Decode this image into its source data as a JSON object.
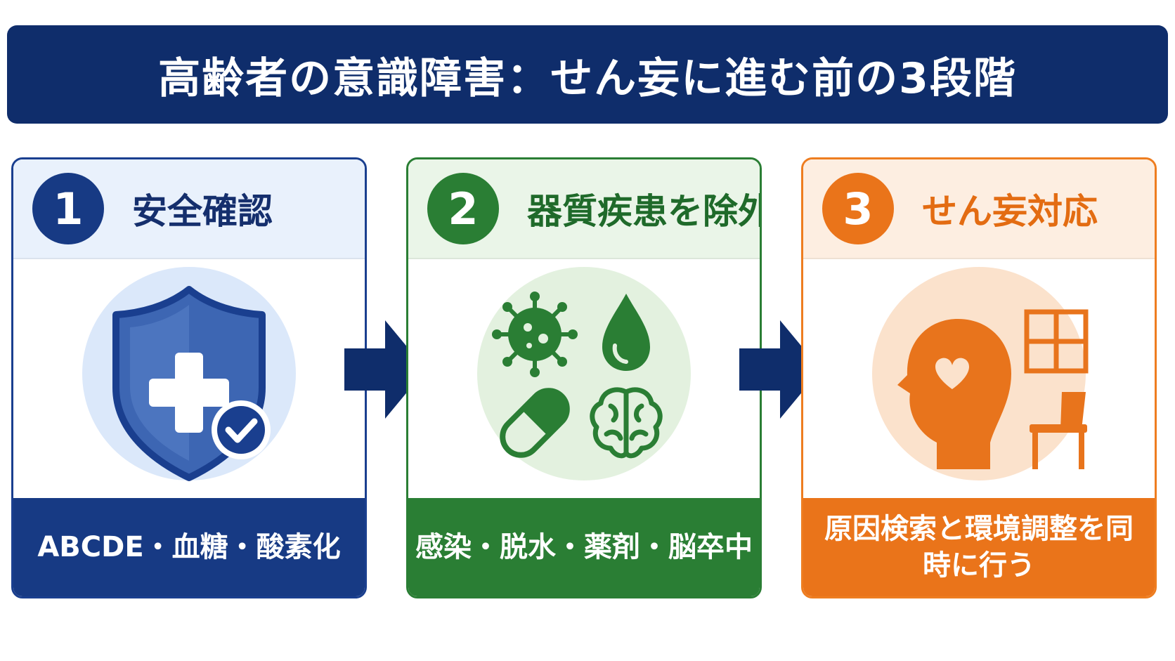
{
  "title": "高齢者の意識障害：せん妄に進む前の3段階",
  "steps": [
    {
      "number": "1",
      "title": "安全確認",
      "footer": "ABCDE・血糖・酸素化",
      "icon": "shield-plus-check-icon",
      "color": "#173a84"
    },
    {
      "number": "2",
      "title": "器質疾患を除外",
      "footer": "感染・脱水・薬剤・脳卒中",
      "icons": [
        "virus-icon",
        "water-drop-icon",
        "capsule-icon",
        "brain-icon"
      ],
      "color": "#2a7e34"
    },
    {
      "number": "3",
      "title": "せん妄対応",
      "footer": "原因検索と環境調整を同時に行う",
      "icons": [
        "head-heart-icon",
        "window-icon",
        "chair-icon"
      ],
      "color": "#ea741a"
    }
  ],
  "arrow_icon": "right-arrow-icon",
  "colors": {
    "title_bg": "#0f2d6b",
    "blue": "#173a84",
    "green": "#2a7e34",
    "orange": "#ea741a"
  }
}
